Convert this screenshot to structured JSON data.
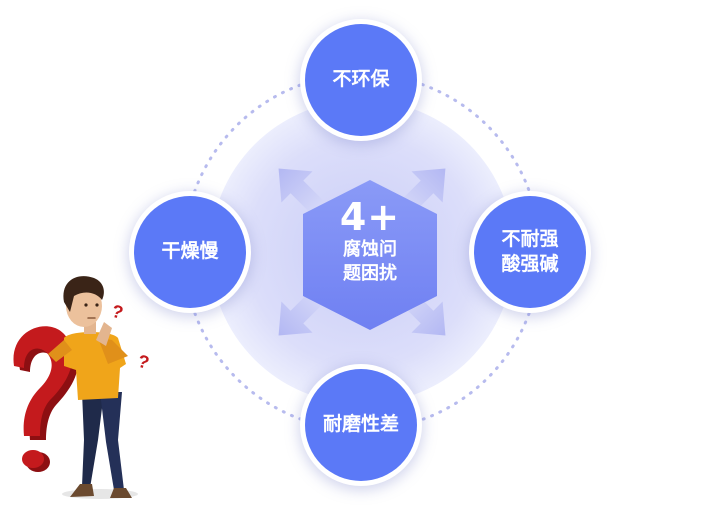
{
  "center": {
    "number": "4+",
    "line1": "腐蚀问",
    "line2": "题困扰"
  },
  "nodes": {
    "top": {
      "line1": "不环保"
    },
    "left": {
      "line1": "干燥慢"
    },
    "right": {
      "line1": "不耐强",
      "line2": "酸强碱"
    },
    "bottom": {
      "line1": "耐磨性差"
    }
  },
  "decor": {
    "question_mark_small": "?"
  },
  "colors": {
    "node_fill": "#5b79f7",
    "hexagon_fill": "#7e8ff5",
    "ring_fill": "#dedffa",
    "arrow_fill": "#c3c5f3",
    "question_red": "#c41a1d"
  }
}
